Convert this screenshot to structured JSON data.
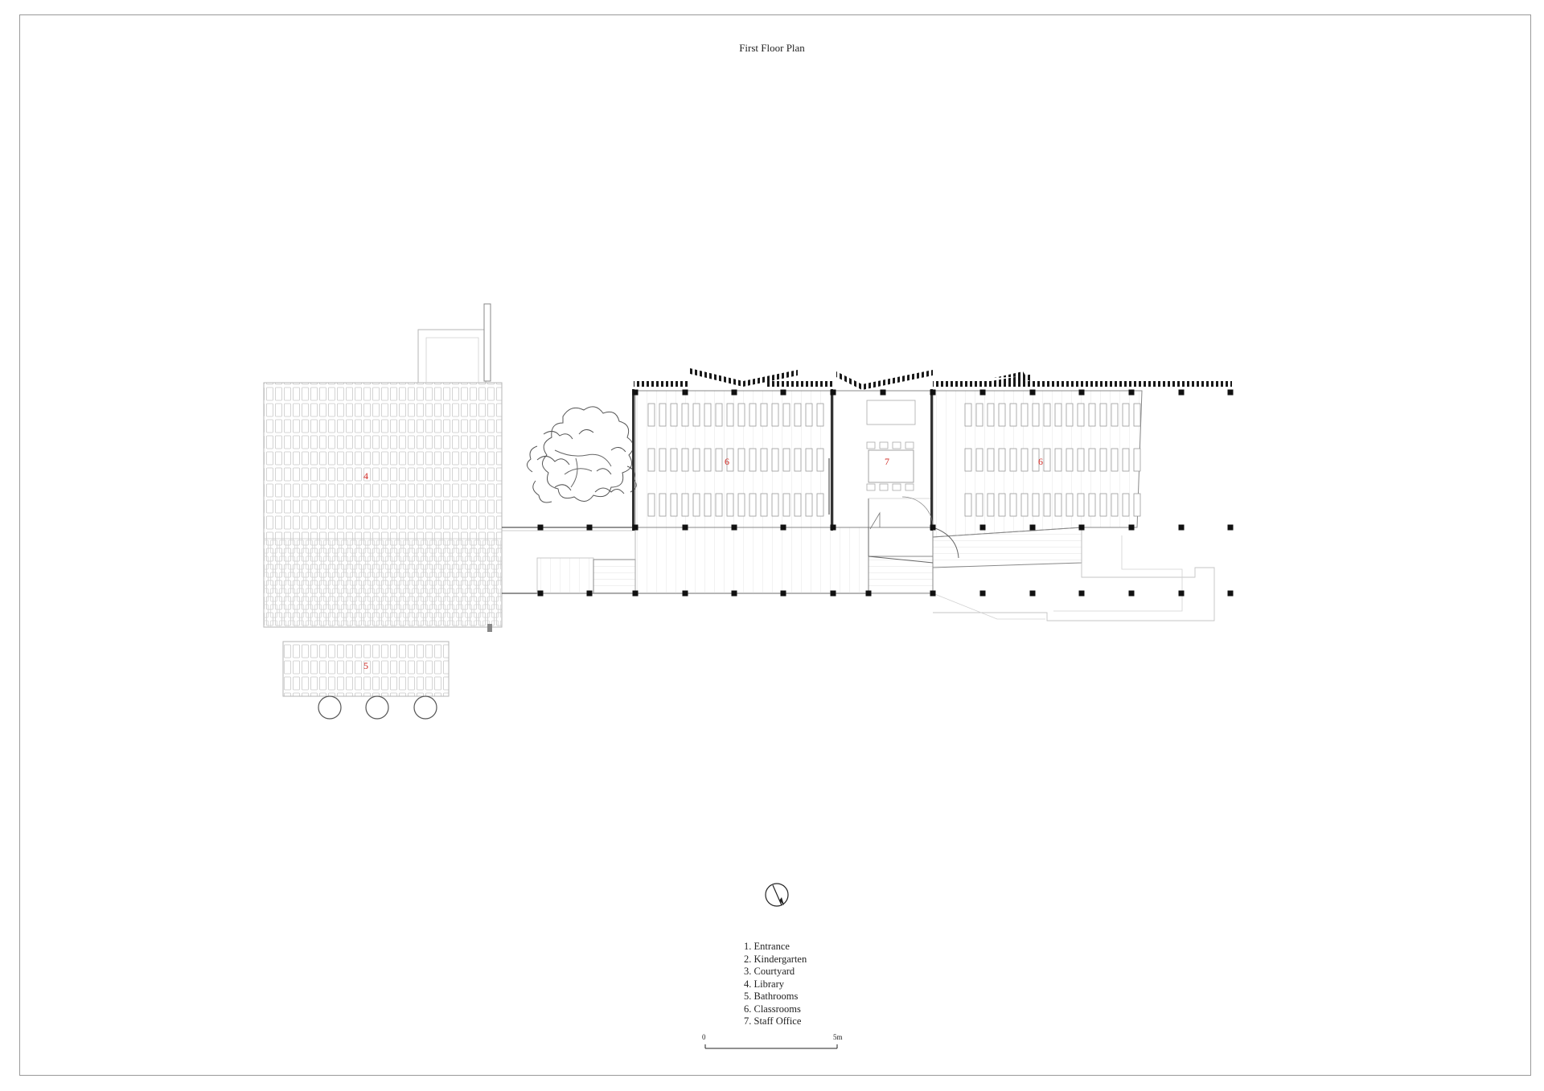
{
  "title": "First Floor Plan",
  "room_labels": {
    "library": "4",
    "bathrooms": "5",
    "classroom_left": "6",
    "staff_office": "7",
    "classroom_right": "6"
  },
  "legend": [
    "1. Entrance",
    "2. Kindergarten",
    "3. Courtyard",
    "4. Library",
    "5. Bathrooms",
    "6. Classrooms",
    "7. Staff Office"
  ],
  "scale_bar": {
    "start_label": "0",
    "end_label": "5m"
  },
  "colors": {
    "room_label": "#d0251f",
    "line": "#b5b5b5",
    "column": "#111111",
    "frame": "#9a9a9a"
  }
}
